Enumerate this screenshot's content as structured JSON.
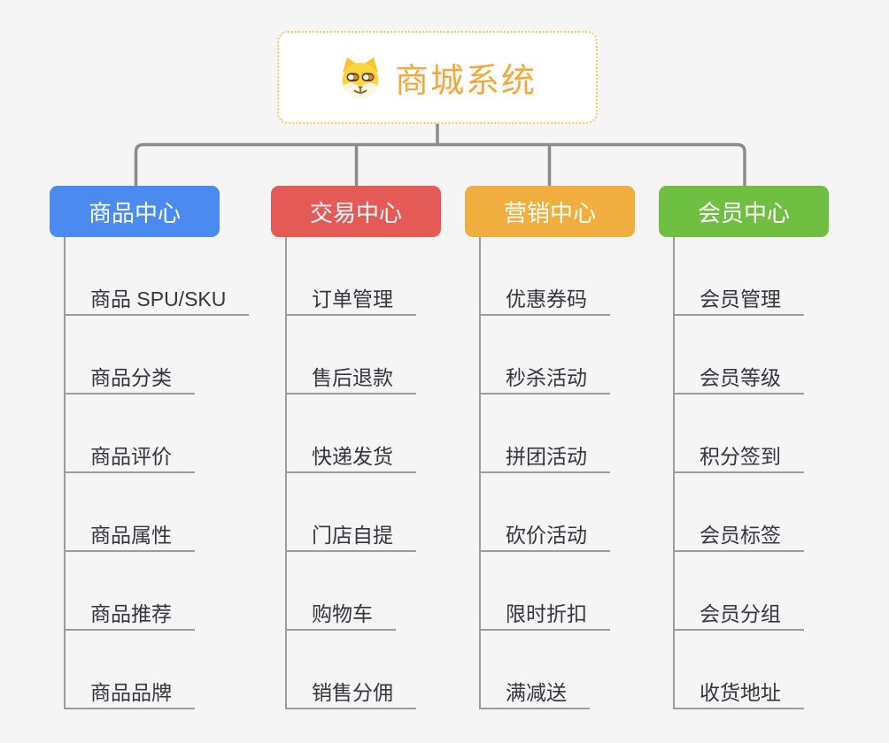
{
  "root": {
    "title": "商城系统",
    "icon": "dog-face-icon"
  },
  "branches": [
    {
      "label": "商品中心",
      "color": "#4b8bf0",
      "children": [
        "商品 SPU/SKU",
        "商品分类",
        "商品评价",
        "商品属性",
        "商品推荐",
        "商品品牌"
      ]
    },
    {
      "label": "交易中心",
      "color": "#e45a56",
      "children": [
        "订单管理",
        "售后退款",
        "快递发货",
        "门店自提",
        "购物车",
        "销售分佣"
      ]
    },
    {
      "label": "营销中心",
      "color": "#efae3e",
      "children": [
        "优惠券码",
        "秒杀活动",
        "拼团活动",
        "砍价活动",
        "限时折扣",
        "满减送"
      ]
    },
    {
      "label": "会员中心",
      "color": "#70bf43",
      "children": [
        "会员管理",
        "会员等级",
        "积分签到",
        "会员标签",
        "会员分组",
        "收货地址"
      ]
    }
  ],
  "colors": {
    "background": "#f5f5f6",
    "root_border": "#f4c56a",
    "root_text": "#f0a93f",
    "connector": "#8b8b8b",
    "leaf_line": "#9c9c9c",
    "leaf_text": "#35353d"
  }
}
